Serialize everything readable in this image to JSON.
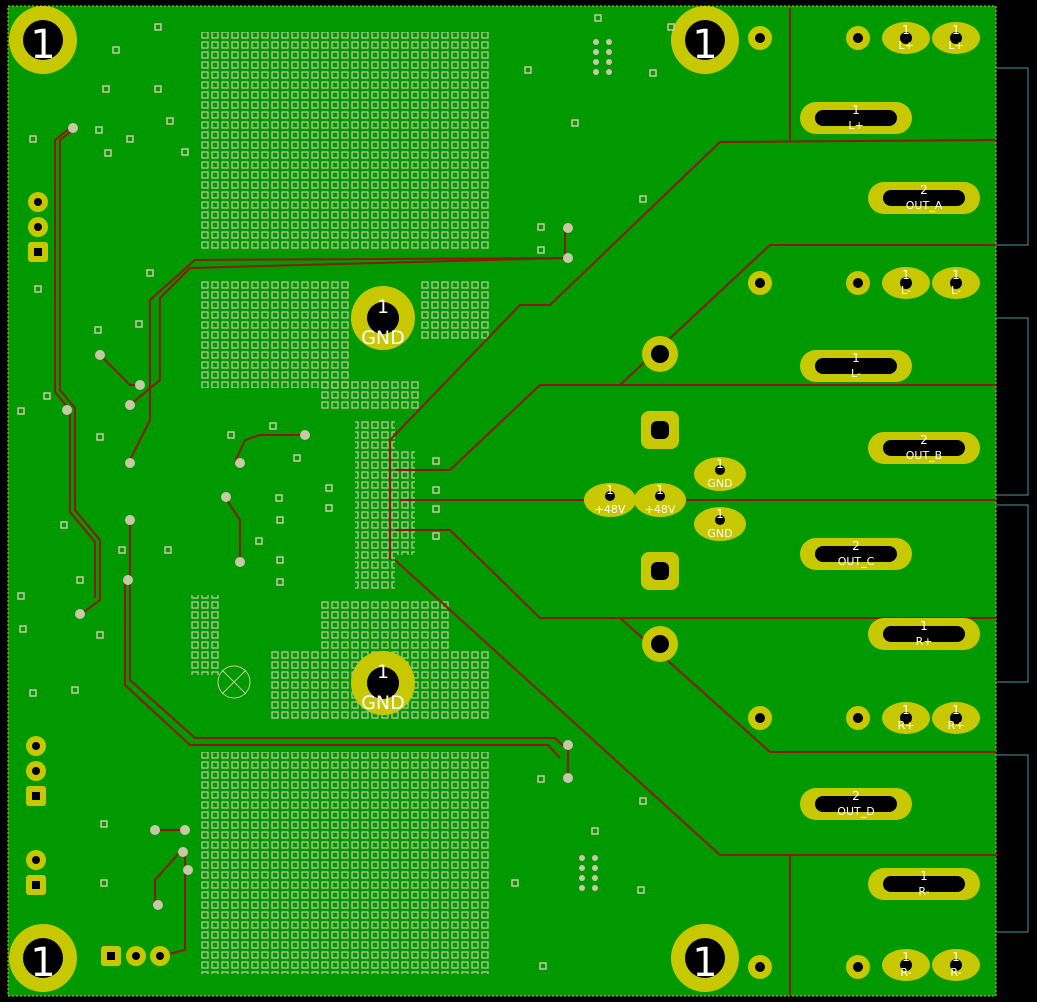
{
  "board": {
    "colors": {
      "background": "#000000",
      "copper": "#009900",
      "trace": "#8a1a0a",
      "pad": "#c8c800",
      "via": "#c8c8a8",
      "silk": "#ffffff",
      "outline": "#4a9aa0"
    }
  },
  "mounting_holes": {
    "label": "1"
  },
  "gnd_pads": {
    "num": "1",
    "net": "GND"
  },
  "terminals": [
    {
      "num": "1",
      "net": "L+"
    },
    {
      "num": "2",
      "net": "OUT_A"
    },
    {
      "num": "1",
      "net": "L-"
    },
    {
      "num": "2",
      "net": "OUT_B"
    },
    {
      "num": "2",
      "net": "OUT_C"
    },
    {
      "num": "1",
      "net": "R+"
    },
    {
      "num": "2",
      "net": "OUT_D"
    },
    {
      "num": "1",
      "net": "R-"
    }
  ],
  "small_pads": [
    {
      "num": "1",
      "net": "L+"
    },
    {
      "num": "1",
      "net": "L+"
    },
    {
      "num": "1",
      "net": "L-"
    },
    {
      "num": "1",
      "net": "L-"
    },
    {
      "num": "1",
      "net": "R+"
    },
    {
      "num": "1",
      "net": "R+"
    },
    {
      "num": "1",
      "net": "R-"
    },
    {
      "num": "1",
      "net": "R-"
    }
  ],
  "power_pads": [
    {
      "num": "1",
      "net": "+48V"
    },
    {
      "num": "1",
      "net": "+48V"
    },
    {
      "num": "1",
      "net": "GND"
    },
    {
      "num": "1",
      "net": "GND"
    }
  ],
  "icons": [
    "mounting-hole-icon",
    "via-icon",
    "no-connect-icon"
  ]
}
